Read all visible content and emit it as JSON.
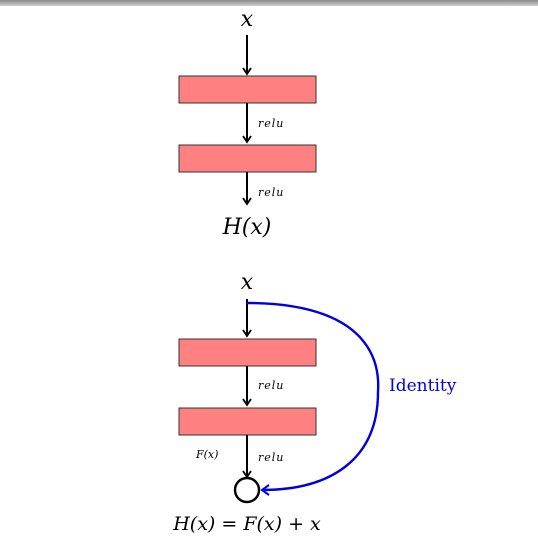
{
  "top_diagram": {
    "input_label": "x",
    "relu_label_1": "relu",
    "relu_label_2": "relu",
    "output_label": "H(x)"
  },
  "bottom_diagram": {
    "input_label": "x",
    "relu_label_1": "relu",
    "relu_label_2": "relu",
    "residual_label": "F(x)",
    "skip_label": "Identity",
    "output_label": "H(x) = F(x) + x"
  },
  "colors": {
    "layer_fill": "#ff8080",
    "skip_connection": "#0000e0",
    "arrow": "#000000"
  }
}
